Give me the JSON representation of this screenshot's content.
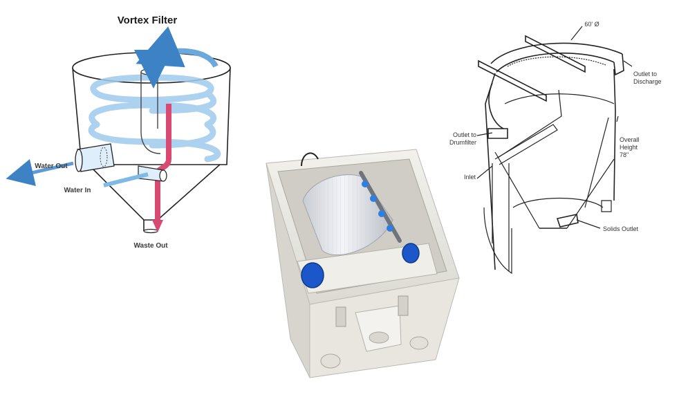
{
  "vortex": {
    "title": "Vortex Filter",
    "water_out": "Water Out",
    "water_in": "Water In",
    "waste_out": "Waste Out"
  },
  "schematic": {
    "diameter": "60' Ø",
    "outlet_discharge_line1": "Outlet to",
    "outlet_discharge_line2": "Discharge",
    "outlet_drumfilter_line1": "Outlet to",
    "outlet_drumfilter_line2": "Drumfilter",
    "overall_height_line1": "Overall",
    "overall_height_line2": "Height",
    "overall_height_line3": "78\"",
    "inlet": "Inlet",
    "solids_outlet": "Solids Outlet"
  },
  "colors": {
    "water_blue": "#7fb9e6",
    "water_blue_dark": "#3d82c4",
    "waste_pink": "#d94a73",
    "port_blue": "#1b57c9",
    "cap_blue": "#2f7fe0"
  }
}
